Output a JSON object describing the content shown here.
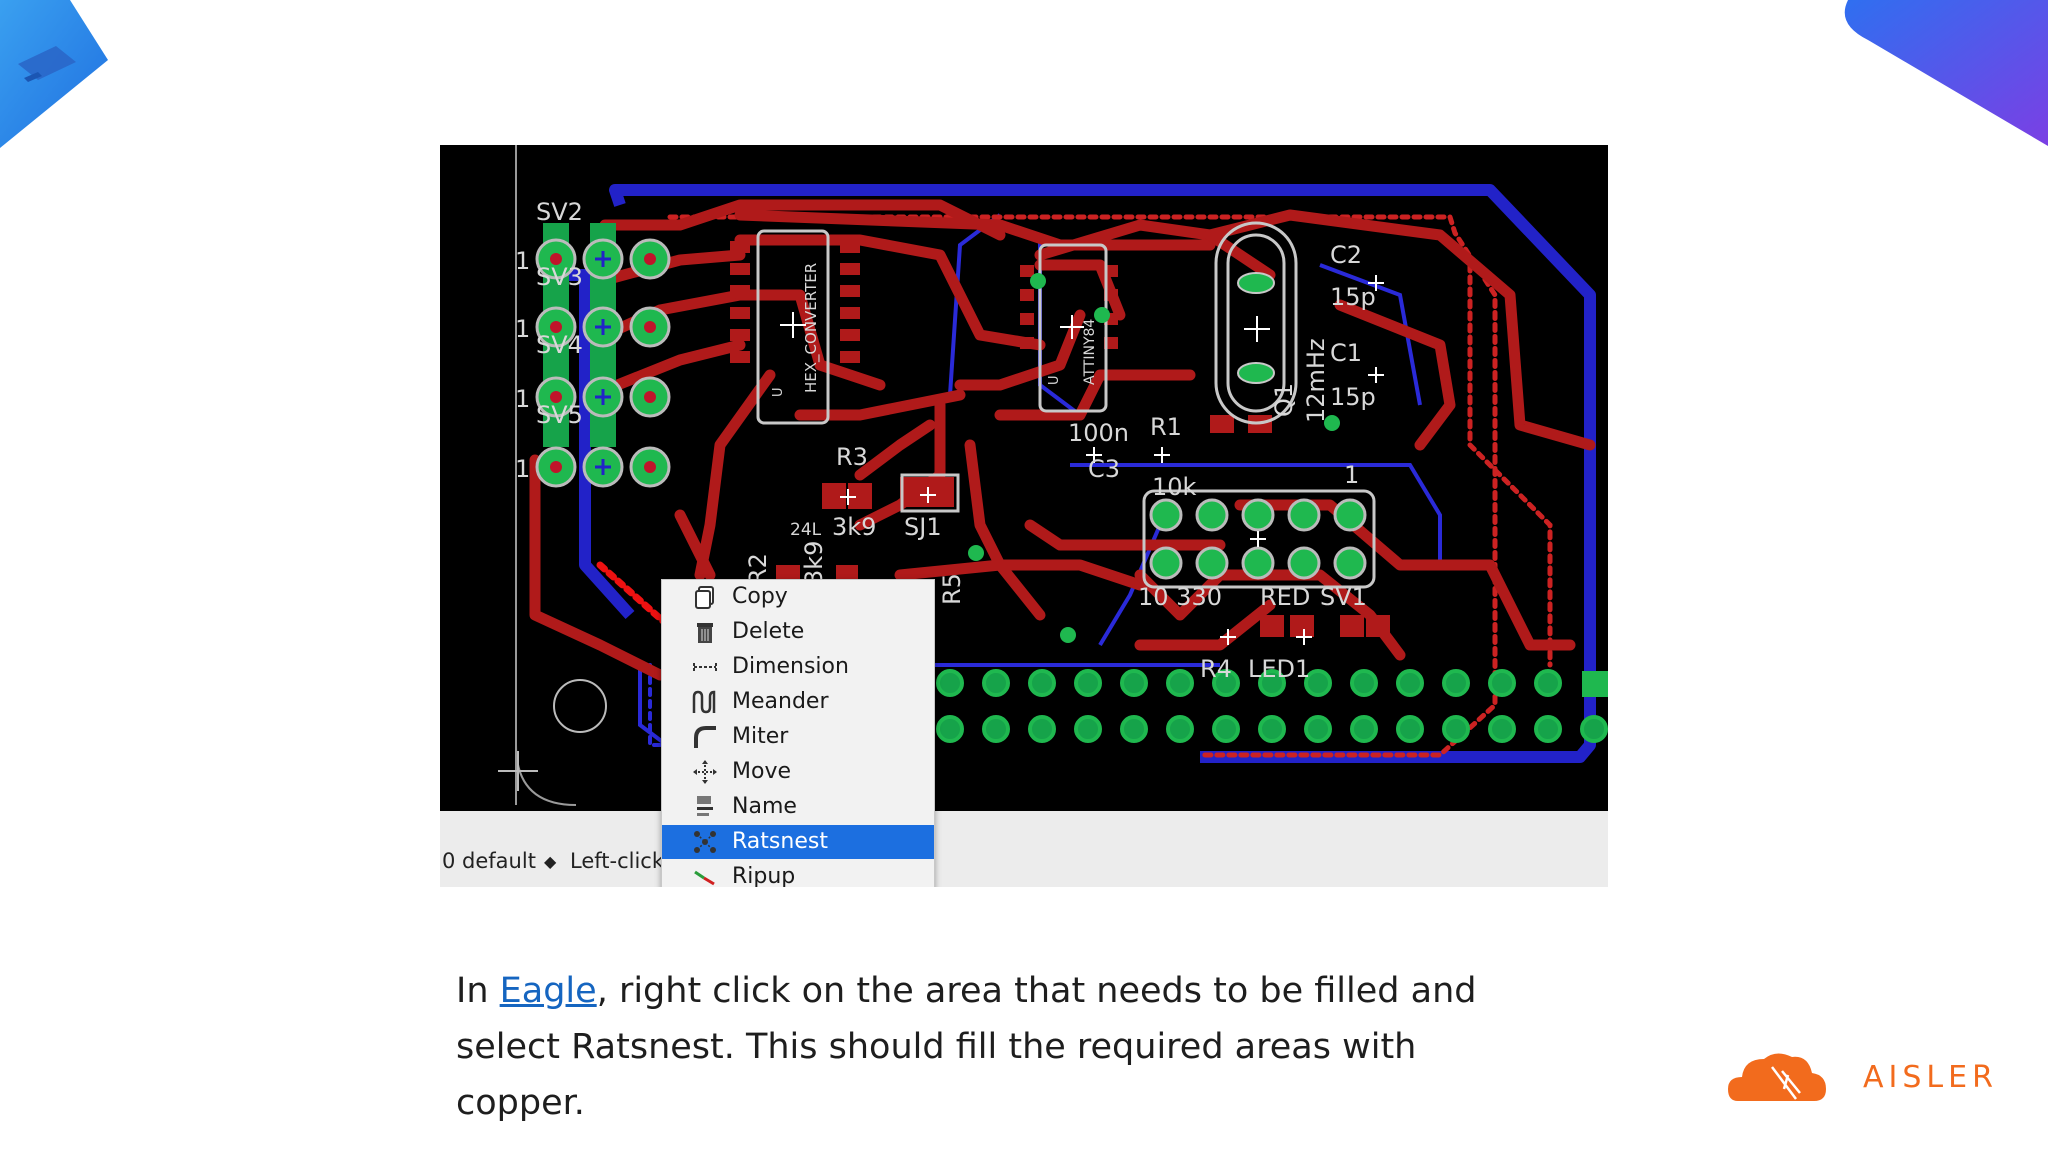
{
  "screenshot": {
    "pcb_labels": {
      "sv2": "SV2",
      "sv3": "SV3",
      "sv4": "SV4",
      "sv5": "SV5",
      "pin1": "1",
      "hex": "HEX_CONVERTER",
      "c2": "C2",
      "c2v": "15p",
      "c1": "C1",
      "c1v": "15p",
      "xtal": "12mHz",
      "q1": "Q1",
      "attiny": "ATTINY84",
      "u": "U",
      "c3v": "100n",
      "c3": "C3",
      "r1": "R1",
      "r1v": "10k",
      "r3": "R3",
      "pkg": "24L",
      "r3v": "3k9",
      "sj1": "SJ1",
      "r2": "R2",
      "r5": "R5",
      "r2v": "3k9",
      "vals": "10 330",
      "red": "RED",
      "sv1": "SV1",
      "r4": "R4",
      "led1": "LED1",
      "sv1pin": "1"
    },
    "status": {
      "layer": "0 default",
      "hint": "Left-click"
    },
    "context_menu": {
      "items": [
        {
          "label": "Copy",
          "icon": "copy-icon"
        },
        {
          "label": "Delete",
          "icon": "trash-icon"
        },
        {
          "label": "Dimension",
          "icon": "dimension-icon"
        },
        {
          "label": "Meander",
          "icon": "meander-icon"
        },
        {
          "label": "Miter",
          "icon": "miter-icon"
        },
        {
          "label": "Move",
          "icon": "move-icon"
        },
        {
          "label": "Name",
          "icon": "name-icon"
        },
        {
          "label": "Ratsnest",
          "icon": "ratsnest-icon",
          "selected": true
        },
        {
          "label": "Ripup",
          "icon": "ripup-icon"
        }
      ]
    }
  },
  "caption": {
    "before": "In ",
    "link": "Eagle",
    "after": ", right click on the area that needs to be filled and select Ratsnest. This should fill the required areas with copper."
  },
  "brand": {
    "name": "AISLER"
  },
  "colors": {
    "accent": "#1565c0",
    "brand": "#f26b1d",
    "menu_selected": "#1c6fe0",
    "trace_red": "#b01a1a",
    "trace_blue": "#2222c8",
    "pad_green": "#16a34a"
  }
}
